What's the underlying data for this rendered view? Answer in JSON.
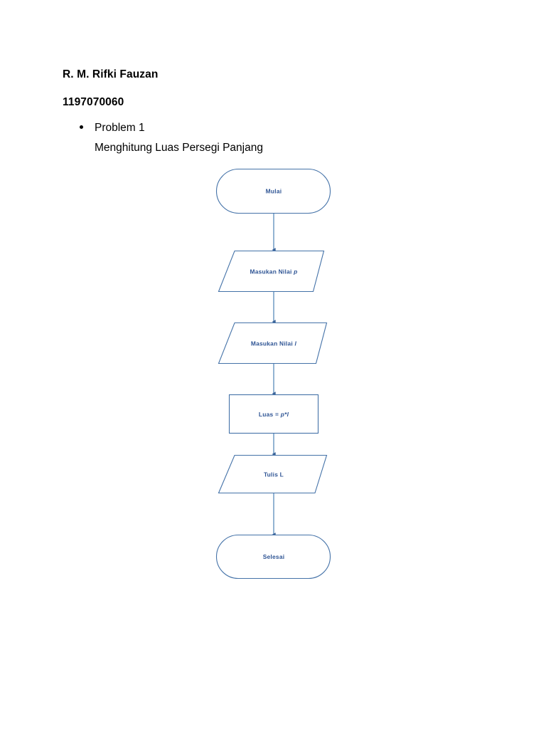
{
  "document": {
    "author_name": "R. M. Rifki Fauzan",
    "student_id": "1197070060",
    "bullet_item": "Problem 1",
    "subtitle": "Menghitung Luas Persegi Panjang"
  },
  "colors": {
    "shape_stroke": "#4472a8",
    "shape_fill": "#ffffff",
    "label_text": "#2e5494",
    "body_text": "#000000",
    "connector": "#4472a8",
    "page_background": "#ffffff"
  },
  "flowchart": {
    "title": "Menghitung Luas Persegi Panjang",
    "nodes": [
      {
        "id": "start",
        "shape": "terminator",
        "label": "Mulai",
        "label_prefix": "Mulai",
        "label_variable": ""
      },
      {
        "id": "input-p",
        "shape": "parallelogram",
        "label": "Masukan Nilai p",
        "label_prefix": "Masukan Nilai ",
        "label_variable": "p"
      },
      {
        "id": "input-l",
        "shape": "parallelogram",
        "label": "Masukan Nilai l",
        "label_prefix": "Masukan Nilai ",
        "label_variable": "l"
      },
      {
        "id": "process-luas",
        "shape": "process",
        "label": "Luas = p*l",
        "label_prefix": "Luas = ",
        "label_variable": "p*l"
      },
      {
        "id": "output-l",
        "shape": "parallelogram",
        "label": "Tulis L",
        "label_prefix": "Tulis L",
        "label_variable": ""
      },
      {
        "id": "end",
        "shape": "terminator",
        "label": "Selesai",
        "label_prefix": "Selesai",
        "label_variable": ""
      }
    ],
    "edges": [
      {
        "from": "start",
        "to": "input-p",
        "arrow": "down-arrow"
      },
      {
        "from": "input-p",
        "to": "input-l",
        "arrow": "down-arrow"
      },
      {
        "from": "input-l",
        "to": "process-luas",
        "arrow": "down-arrow"
      },
      {
        "from": "process-luas",
        "to": "output-l",
        "arrow": "down-arrow"
      },
      {
        "from": "output-l",
        "to": "end",
        "arrow": "down-arrow"
      }
    ]
  }
}
